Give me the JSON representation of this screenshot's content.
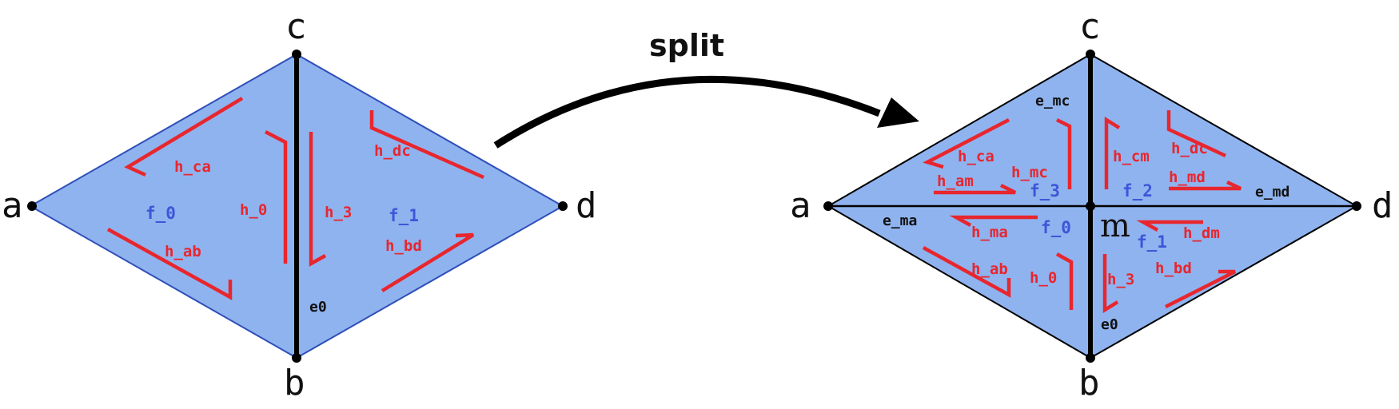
{
  "title": "split",
  "colors": {
    "face_fill": "#8fb3ef",
    "face_stroke": "#2f4fb8",
    "edge": "#000000",
    "halfedge": "#e8262d",
    "face_label": "#3f55d8",
    "text": "#111111"
  },
  "left": {
    "vertices": {
      "a": "a",
      "b": "b",
      "c": "c",
      "d": "d"
    },
    "edges": {
      "e0": "e0"
    },
    "faces": {
      "f_0": "f_0",
      "f_1": "f_1"
    },
    "halfedges": {
      "h_ca": "h_ca",
      "h_ab": "h_ab",
      "h_0": "h_0",
      "h_3": "h_3",
      "h_dc": "h_dc",
      "h_bd": "h_bd"
    }
  },
  "right": {
    "vertices": {
      "a": "a",
      "b": "b",
      "c": "c",
      "d": "d",
      "m": "m"
    },
    "edges": {
      "e_mc": "e_mc",
      "e_md": "e_md",
      "e_ma": "e_ma",
      "e0": "e0"
    },
    "faces": {
      "f_0": "f_0",
      "f_1": "f_1",
      "f_2": "f_2",
      "f_3": "f_3"
    },
    "halfedges": {
      "h_ca": "h_ca",
      "h_mc": "h_mc",
      "h_am": "h_am",
      "h_cm": "h_cm",
      "h_dc": "h_dc",
      "h_md": "h_md",
      "h_ma": "h_ma",
      "h_dm": "h_dm",
      "h_ab": "h_ab",
      "h_0": "h_0",
      "h_3": "h_3",
      "h_bd": "h_bd"
    }
  }
}
